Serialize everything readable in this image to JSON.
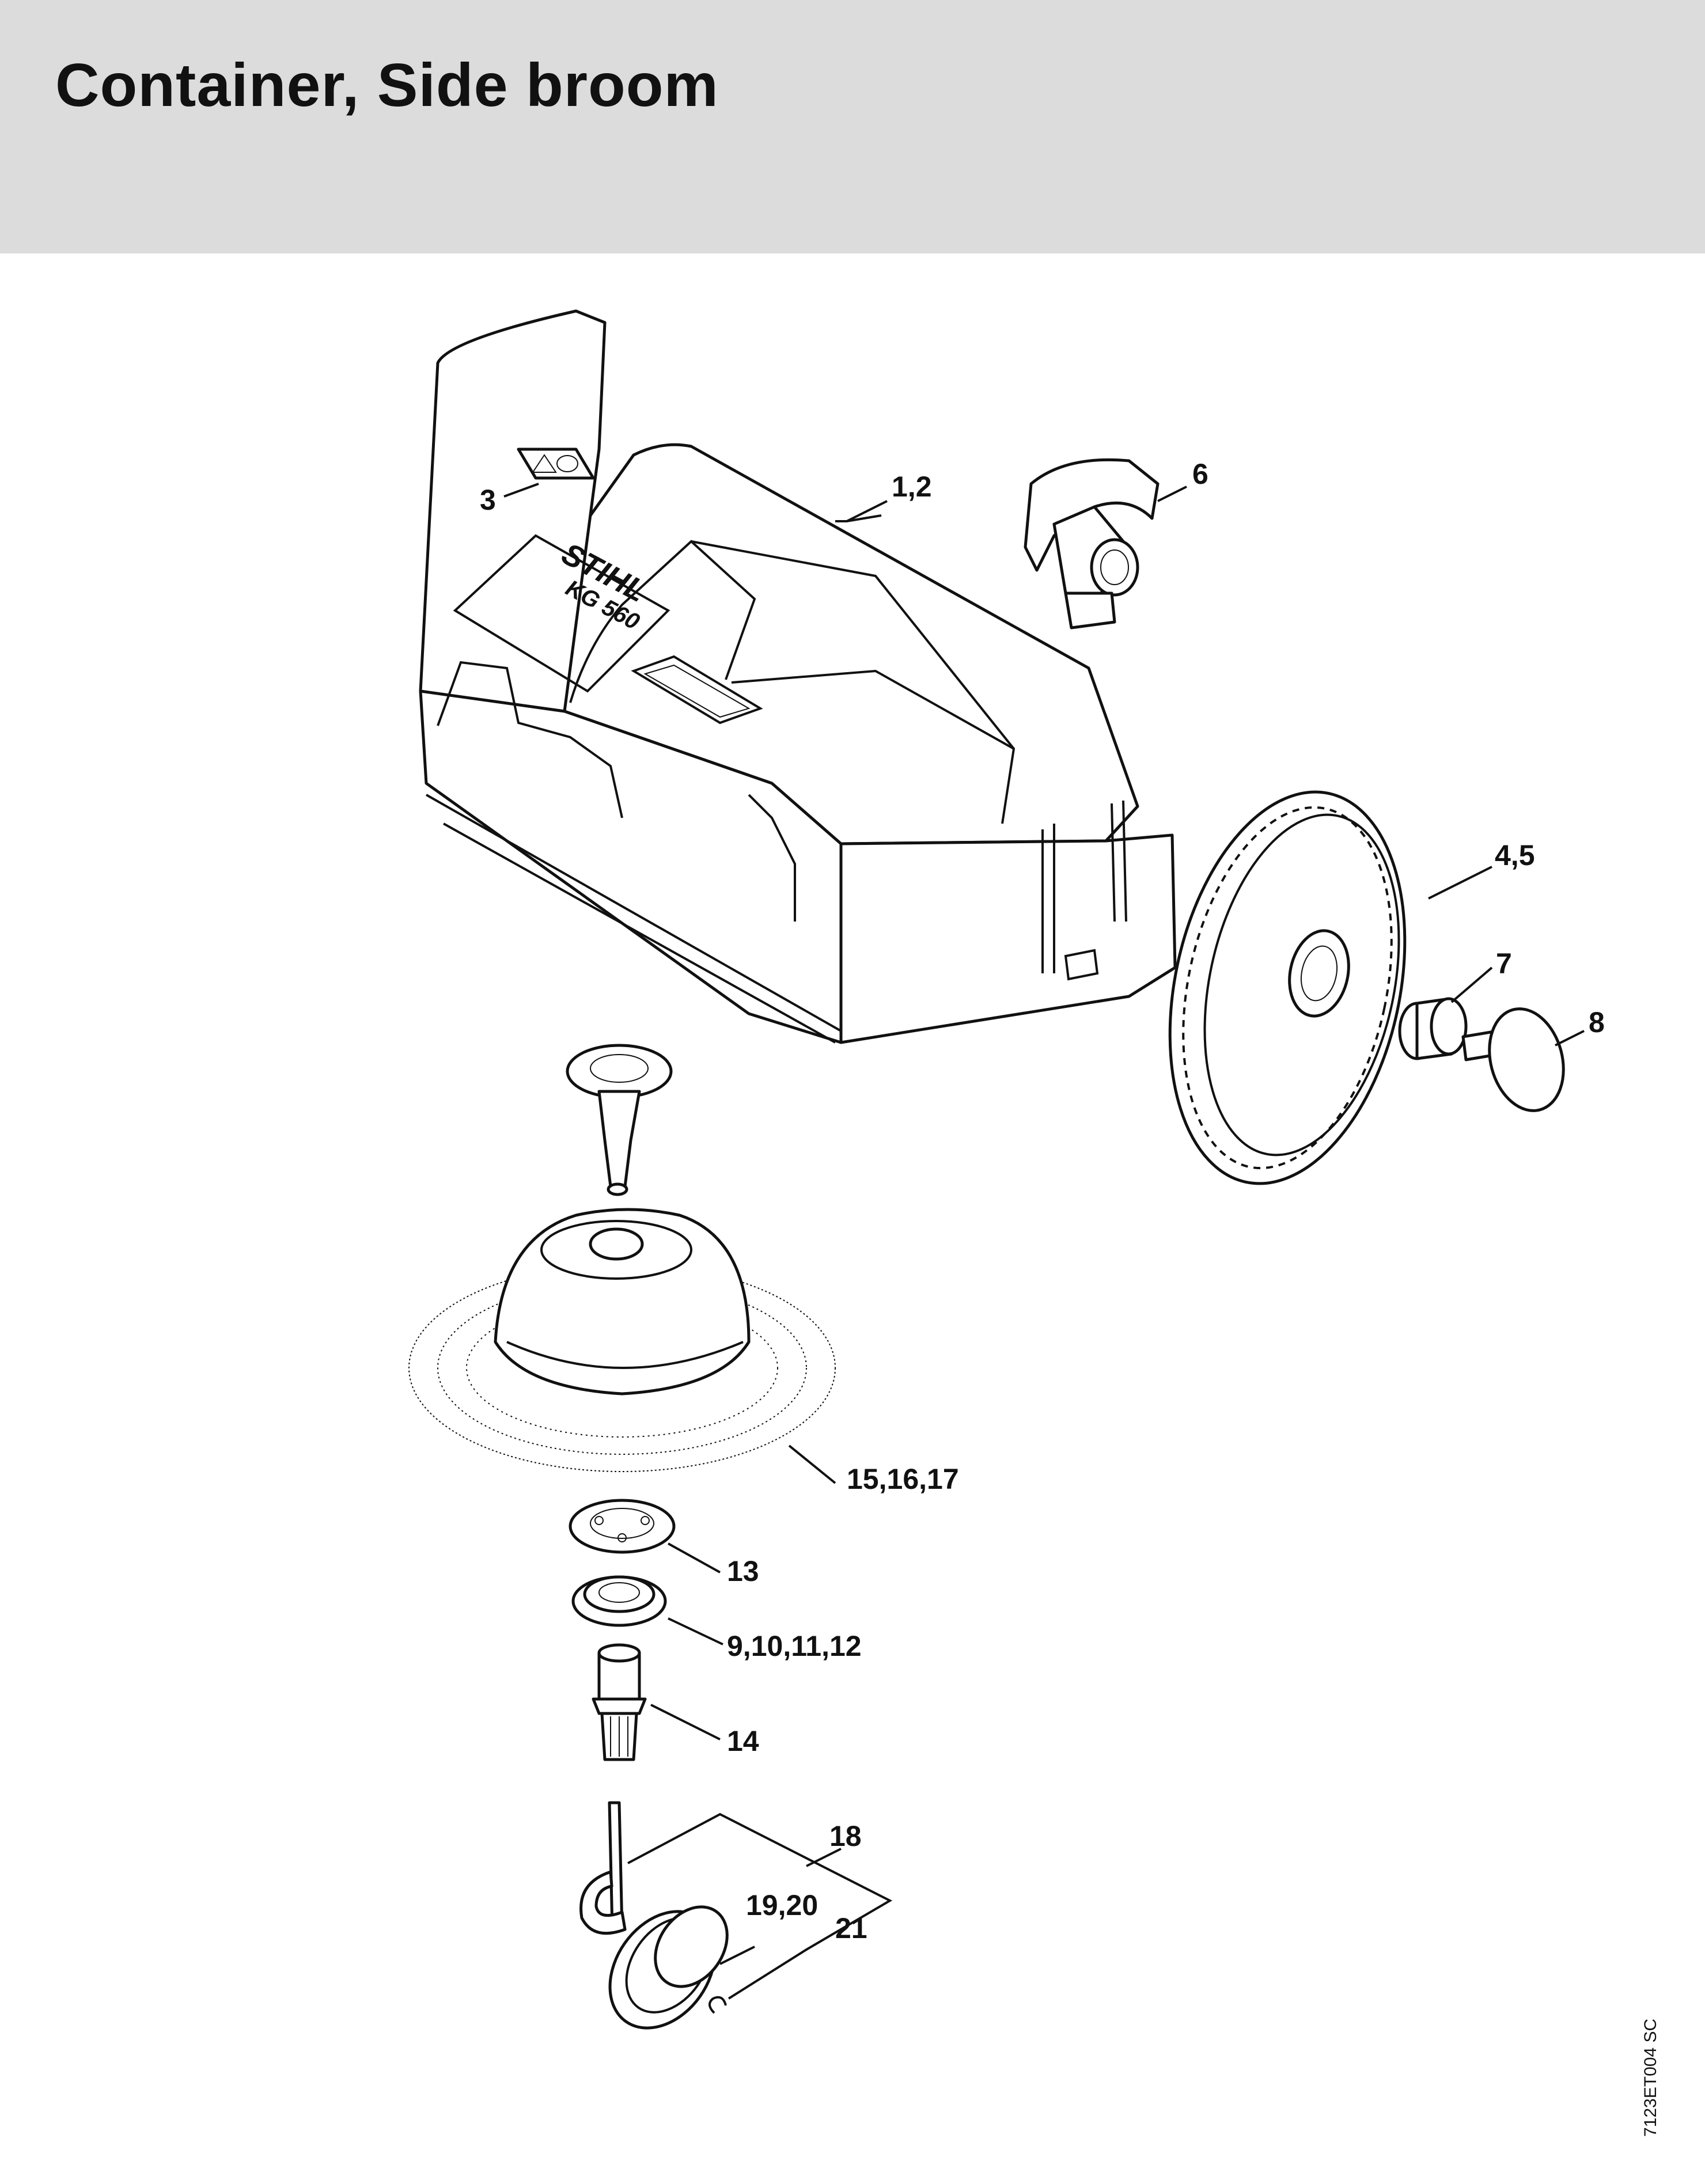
{
  "header": {
    "title": "Container, Side broom"
  },
  "diagram": {
    "logo_text": "STIHL",
    "model_text": "KG 560",
    "doc_code": "7123ET004 SC",
    "callouts": {
      "c1": "1,2",
      "c3": "3",
      "c6": "6",
      "c4": "4,5",
      "c7": "7",
      "c8": "8",
      "c15": "15,16,17",
      "c13": "13",
      "c9": "9,10,11,12",
      "c14": "14",
      "c18": "18",
      "c19": "19,20",
      "c21": "21"
    }
  }
}
